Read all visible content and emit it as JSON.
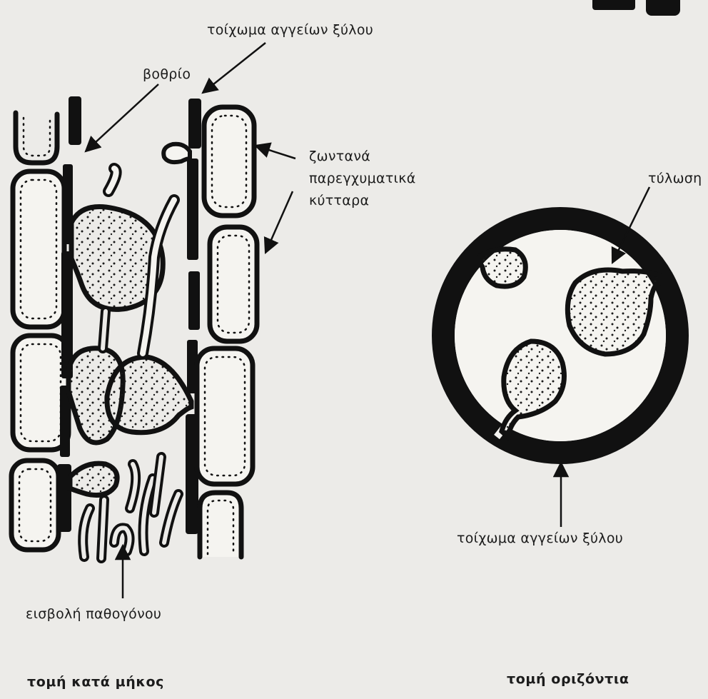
{
  "labels": {
    "vessel_wall_top": "τοίχωμα αγγείων ξύλου",
    "pit": "βοθρίο",
    "parenchyma_line1": "ζωντανά",
    "parenchyma_line2": "παρεγχυματικά",
    "parenchyma_line3": "κύτταρα",
    "tylosis": "τύλωση",
    "vessel_wall_bottom": "τοίχωμα αγγείων ξύλου",
    "pathogen_entry": "εισβολή παθογόνου"
  },
  "captions": {
    "longitudinal": "τομή κατά μήκος",
    "transverse": "τομή οριζόντια"
  }
}
